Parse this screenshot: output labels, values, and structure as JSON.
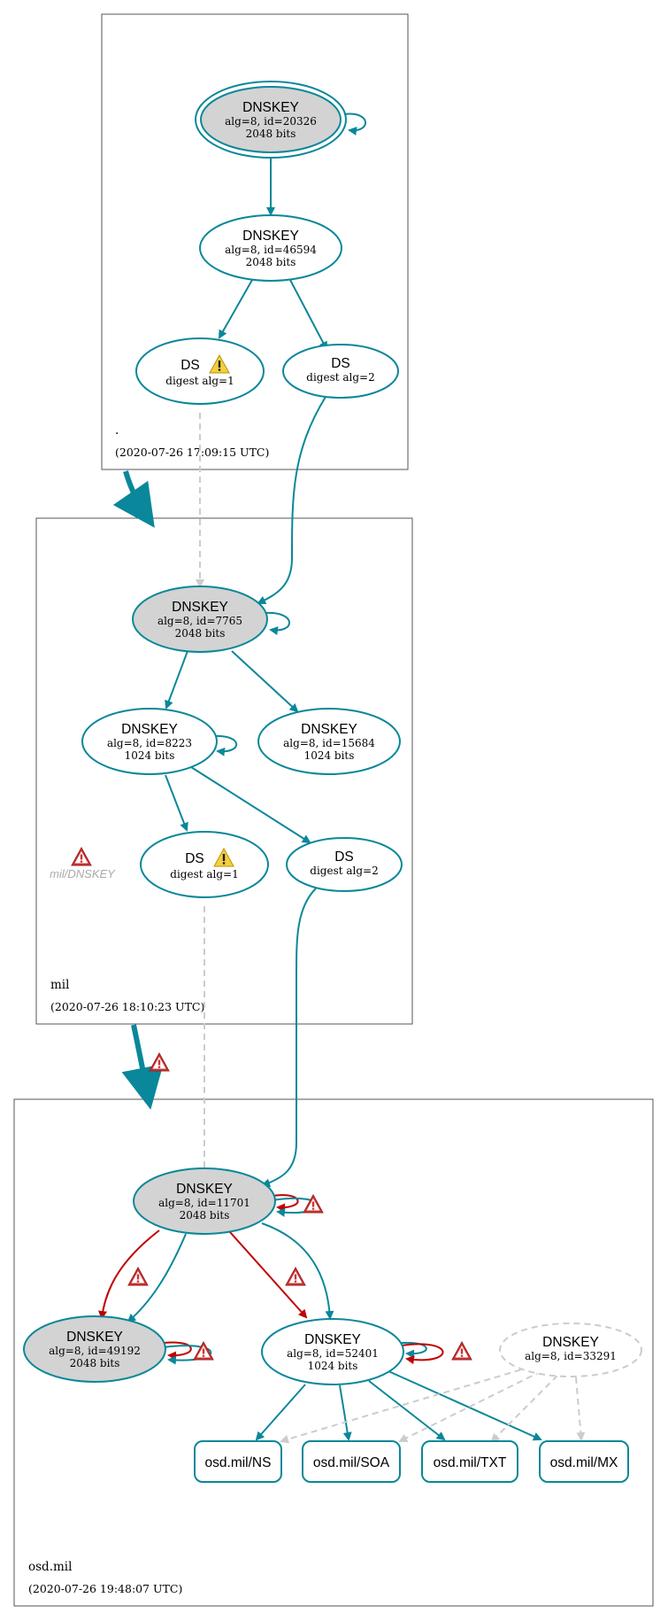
{
  "colors": {
    "teal": "#0a879a",
    "red": "#c00000",
    "gray_dashed": "#cccccc",
    "key_fill": "#d3d3d3",
    "border": "#000000",
    "warning_red": "#cc3333",
    "warning_yellow": "#f4d03f"
  },
  "zones": {
    "root": {
      "name": ".",
      "timestamp": "(2020-07-26 17:09:15 UTC)"
    },
    "mil": {
      "name": "mil",
      "timestamp": "(2020-07-26 18:10:23 UTC)"
    },
    "osd": {
      "name": "osd.mil",
      "timestamp": "(2020-07-26 19:48:07 UTC)"
    }
  },
  "nodes": {
    "root_ksk": {
      "title": "DNSKEY",
      "line1": "alg=8, id=20326",
      "line2": "2048 bits"
    },
    "root_zsk": {
      "title": "DNSKEY",
      "line1": "alg=8, id=46594",
      "line2": "2048 bits"
    },
    "root_ds1": {
      "title": "DS",
      "line1": "digest alg=1",
      "icon": "warning-yellow-icon"
    },
    "root_ds2": {
      "title": "DS",
      "line1": "digest alg=2"
    },
    "mil_ksk": {
      "title": "DNSKEY",
      "line1": "alg=8, id=7765",
      "line2": "2048 bits"
    },
    "mil_zsk1": {
      "title": "DNSKEY",
      "line1": "alg=8, id=8223",
      "line2": "1024 bits"
    },
    "mil_zsk2": {
      "title": "DNSKEY",
      "line1": "alg=8, id=15684",
      "line2": "1024 bits"
    },
    "mil_ds1": {
      "title": "DS",
      "line1": "digest alg=1",
      "icon": "warning-yellow-icon"
    },
    "mil_ds2": {
      "title": "DS",
      "line1": "digest alg=2"
    },
    "osd_ksk": {
      "title": "DNSKEY",
      "line1": "alg=8, id=11701",
      "line2": "2048 bits"
    },
    "osd_k49192": {
      "title": "DNSKEY",
      "line1": "alg=8, id=49192",
      "line2": "2048 bits"
    },
    "osd_k52401": {
      "title": "DNSKEY",
      "line1": "alg=8, id=52401",
      "line2": "1024 bits"
    },
    "osd_k33291": {
      "title": "DNSKEY",
      "line1": "alg=8, id=33291"
    },
    "rr_ns": {
      "label": "osd.mil/NS"
    },
    "rr_soa": {
      "label": "osd.mil/SOA"
    },
    "rr_txt": {
      "label": "osd.mil/TXT"
    },
    "rr_mx": {
      "label": "osd.mil/MX"
    }
  },
  "warnings": {
    "mil_dnskey": {
      "label": "mil/DNSKEY",
      "icon": "warning-red-icon"
    }
  }
}
